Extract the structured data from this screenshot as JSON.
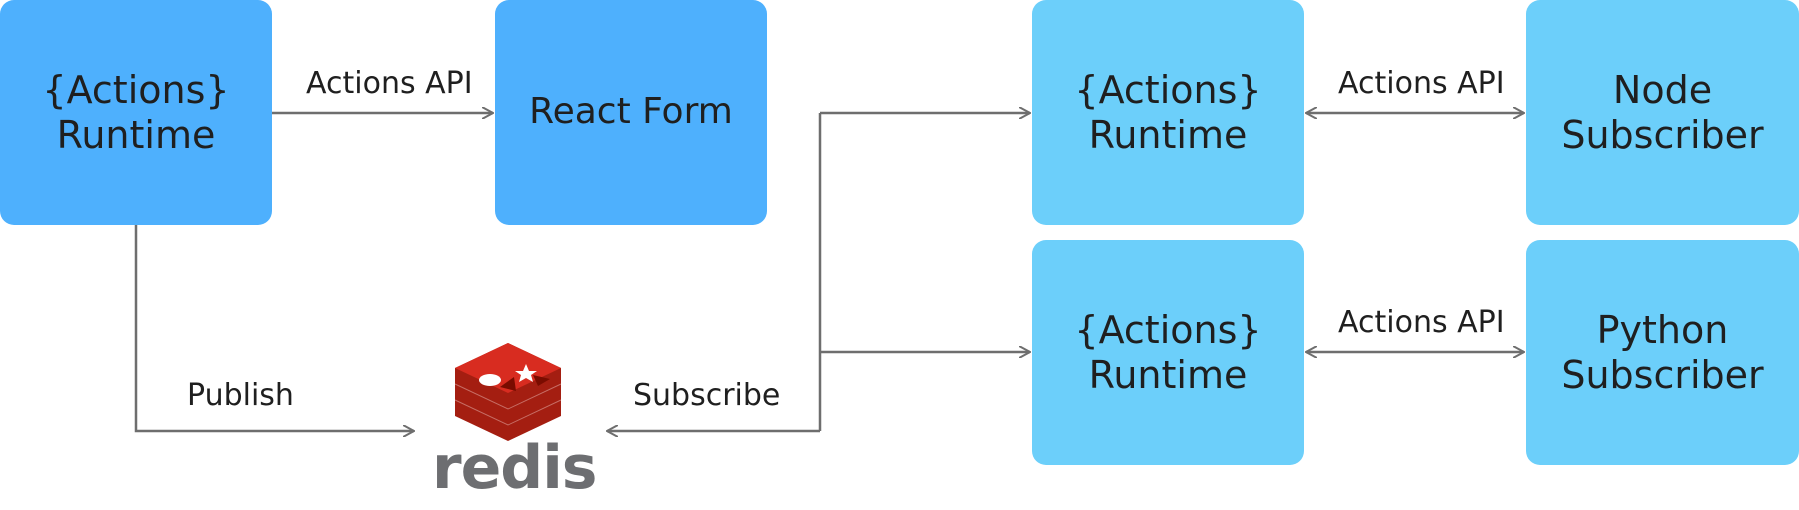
{
  "nodes": {
    "runtime_main": {
      "line1": "{Actions}",
      "line2": "Runtime"
    },
    "react_form": {
      "label": "React Form"
    },
    "runtime_top": {
      "line1": "{Actions}",
      "line2": "Runtime"
    },
    "node_subscriber": {
      "line1": "Node",
      "line2": "Subscriber"
    },
    "runtime_bottom": {
      "line1": "{Actions}",
      "line2": "Runtime"
    },
    "python_subscriber": {
      "line1": "Python",
      "line2": "Subscriber"
    }
  },
  "edges": {
    "actions_api_1": "Actions API",
    "actions_api_2": "Actions API",
    "actions_api_3": "Actions API",
    "publish": "Publish",
    "subscribe": "Subscribe"
  },
  "logo": {
    "name": "redis-logo-icon",
    "word": "redis"
  },
  "colors": {
    "primary_box": "#4eb0fd",
    "secondary_box": "#6ccffa",
    "connector": "#6e6e6e",
    "redis_red": "#c6302b",
    "redis_gray": "#6d6e71"
  }
}
